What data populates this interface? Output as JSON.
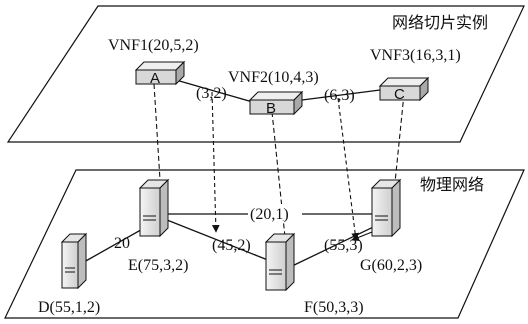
{
  "slice_plane_label": "网络切片实例",
  "physical_plane_label": "物理网络",
  "vnfs": [
    {
      "label": "VNF1(20,5,2)",
      "letter": "A"
    },
    {
      "label": "VNF2(10,4,3)",
      "letter": "B"
    },
    {
      "label": "VNF3(16,3,1)",
      "letter": "C"
    }
  ],
  "virtual_links": [
    {
      "label": "(3,2)"
    },
    {
      "label": "(6,3)"
    }
  ],
  "physical_nodes": [
    {
      "label": "D(55,1,2)"
    },
    {
      "label": "E(75,3,2)"
    },
    {
      "label": "F(50,3,3)"
    },
    {
      "label": "G(60,2,3)"
    }
  ],
  "physical_links": [
    {
      "label": "20"
    },
    {
      "label": "(45,2)"
    },
    {
      "label": "(55,3)"
    },
    {
      "label": "(20,1)"
    }
  ],
  "colors": {
    "box_fill": "#d8d8d8",
    "line": "#111111"
  }
}
